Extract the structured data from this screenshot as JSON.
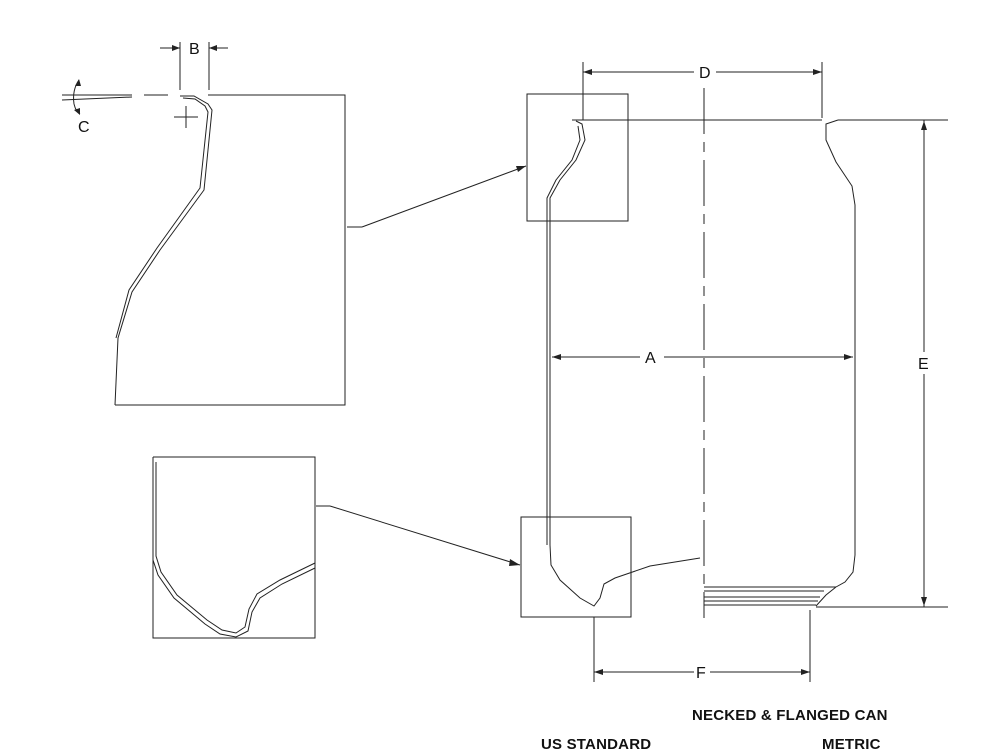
{
  "labels": {
    "A": "A",
    "B": "B",
    "C": "C",
    "D": "D",
    "E": "E",
    "F": "F"
  },
  "captions": {
    "title": "NECKED & FLANGED CAN",
    "left": "US STANDARD",
    "right": "METRIC"
  }
}
